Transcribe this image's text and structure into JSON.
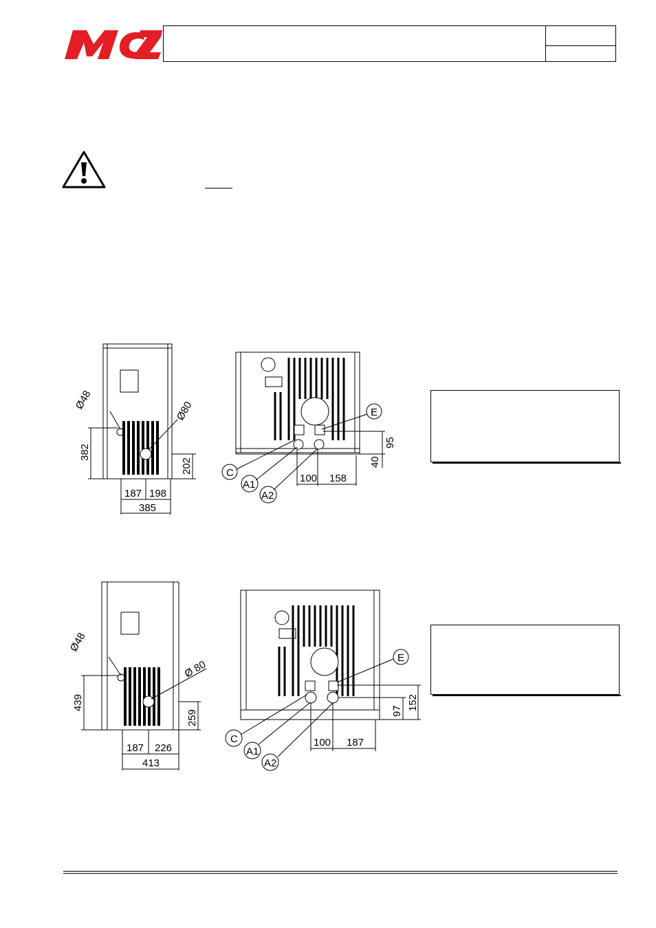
{
  "brand": {
    "name": "MCZ",
    "color": "#e31e24"
  },
  "icons": {
    "warning": "warning-triangle-icon"
  },
  "drawing_top": {
    "side_view": {
      "dia_flue": "Ø48",
      "dia_air": "Ø80",
      "h1": "382",
      "h2": "202",
      "w1": "187",
      "w2": "198",
      "w_total": "385"
    },
    "rear_view": {
      "label_c": "C",
      "label_a1": "A1",
      "label_a2": "A2",
      "label_e": "E",
      "w1": "100",
      "w2": "158",
      "h1": "95",
      "h2": "40"
    }
  },
  "drawing_bottom": {
    "side_view": {
      "dia_flue": "Ø48",
      "dia_air": "Ø 80",
      "h1": "439",
      "h2": "259",
      "w1": "187",
      "w2": "226",
      "w_total": "413"
    },
    "rear_view": {
      "label_c": "C",
      "label_a1": "A1",
      "label_a2": "A2",
      "label_e": "E",
      "w1": "100",
      "w2": "187",
      "h1": "97",
      "h2": "152"
    }
  }
}
